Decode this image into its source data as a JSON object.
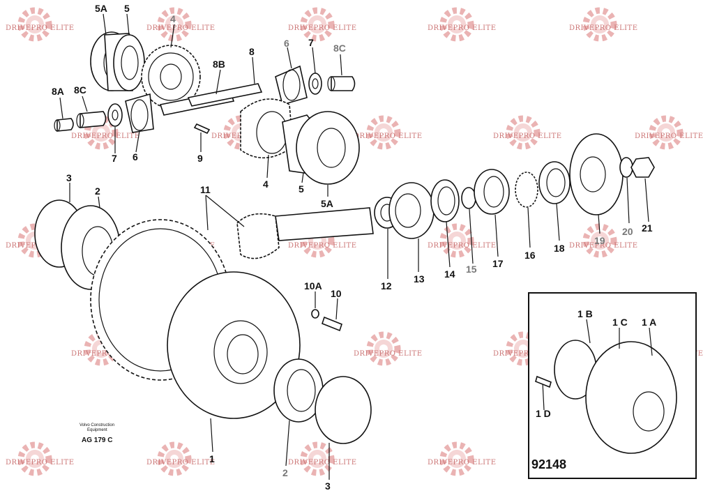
{
  "watermark": {
    "text": "DRIVEPRO ELITE",
    "color": "#e07b7b"
  },
  "caption": {
    "line1": "Volvo Construction",
    "line2": "Equipment",
    "code": "AG 179 C"
  },
  "inset": {
    "number": "92148",
    "labels": [
      "1 B",
      "1 C",
      "1 A",
      "1 D"
    ]
  },
  "labels": {
    "l5A_top": "5A",
    "l5_top": "5",
    "l4_top": "4",
    "l8": "8",
    "l8B": "8B",
    "l6_top": "6",
    "l7_top": "7",
    "l8C_top": "8C",
    "l8A": "8A",
    "l8C_left": "8C",
    "l7_left": "7",
    "l6_left": "6",
    "l9": "9",
    "l4_mid": "4",
    "l5_mid": "5",
    "l5A_mid": "5A",
    "l3_left": "3",
    "l2_left": "2",
    "l11": "11",
    "l12": "12",
    "l13": "13",
    "l14": "14",
    "l15": "15",
    "l17": "17",
    "l16": "16",
    "l18": "18",
    "l19": "19",
    "l20": "20",
    "l21": "21",
    "l10A": "10A",
    "l10": "10",
    "l1": "1",
    "l2_bot": "2",
    "l3_bot": "3"
  }
}
